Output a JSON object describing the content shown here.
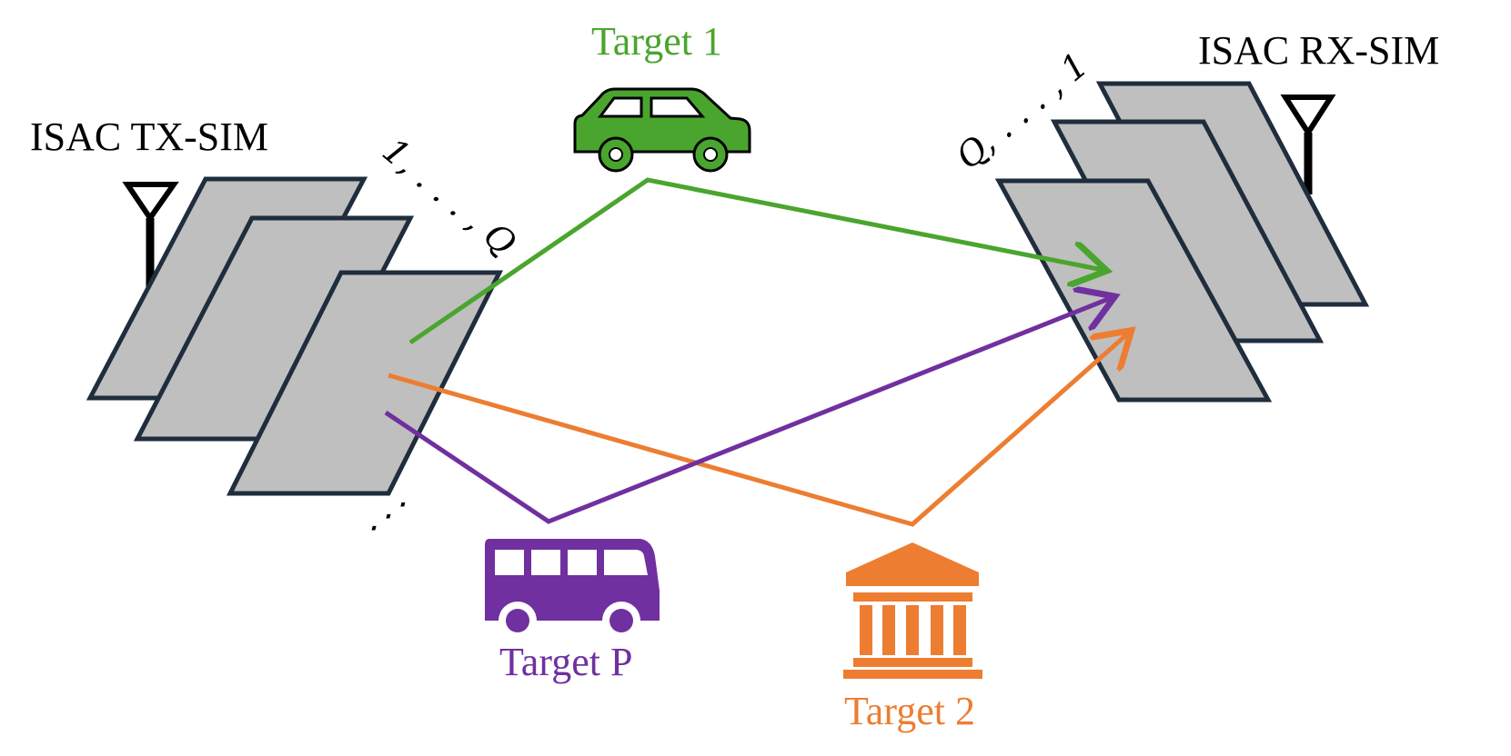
{
  "labels": {
    "tx": "ISAC TX-SIM",
    "rx": "ISAC RX-SIM",
    "target1": "Target 1",
    "target2": "Target 2",
    "targetP": "Target P"
  },
  "indices": {
    "tx": "1, . . . , Q",
    "rx": "Q, . . . , 1",
    "ellipsis": "⋰"
  },
  "colors": {
    "target1": "#4aa52e",
    "target2": "#ed7d31",
    "targetP": "#7030a0",
    "panel_fill": "#bfbfbf",
    "panel_stroke": "#1f2d3d"
  },
  "icons": {
    "target1": "car-icon",
    "target2": "building-icon",
    "targetP": "bus-icon"
  }
}
